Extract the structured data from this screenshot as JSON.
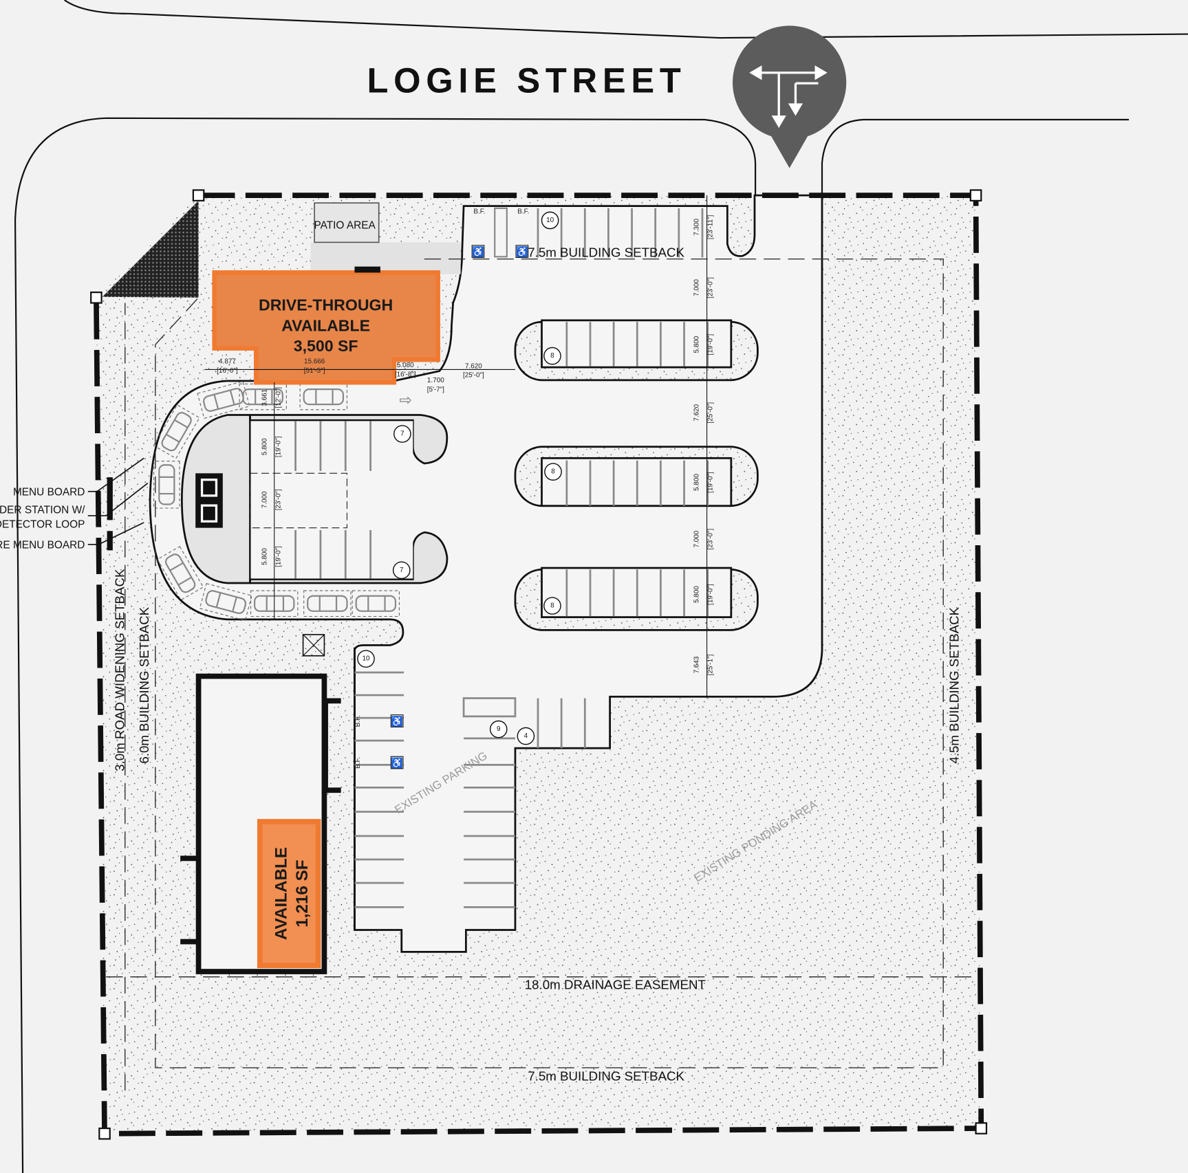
{
  "street": {
    "name": "LOGIE STREET"
  },
  "access_sign": {
    "icon": "t-intersection-full-access-icon",
    "color": "#5c5c5c"
  },
  "drive_through": {
    "line1": "DRIVE-THROUGH",
    "line2": "AVAILABLE",
    "line3": "3,500 SF",
    "color": "#ea8548"
  },
  "unit_available": {
    "line1": "AVAILABLE",
    "line2": "1,216 SF",
    "color": "#f28f52"
  },
  "patio": {
    "label": "PATIO AREA"
  },
  "callouts": {
    "menu_board": "MENU BOARD",
    "order_station_1": "ORDER STATION W/",
    "order_station_2": "DETECTOR LOOP",
    "pre_menu_board": "PRE MENU BOARD"
  },
  "setbacks": {
    "top": "7.5m BUILDING SETBACK",
    "bottom": "7.5m BUILDING SETBACK",
    "drainage": "18.0m DRAINAGE EASEMENT",
    "road_widening": "3.0m ROAD WIDENING SETBACK",
    "west": "6.0m BUILDING SETBACK",
    "east": "4.5m BUILDING SETBACK"
  },
  "areas": {
    "existing_parking": "EXISTING PARKING",
    "ponding": "EXISTING PONDING AREA"
  },
  "barrier_free": "B.F.",
  "stall_counts": [
    "10",
    "8",
    "8",
    "8",
    "7",
    "7",
    "10",
    "9",
    "4"
  ],
  "dimensions": [
    {
      "m": "7.300",
      "ft": "[23'-11\"]"
    },
    {
      "m": "7.000",
      "ft": "[23'-0\"]"
    },
    {
      "m": "5.800",
      "ft": "[19'-0\"]"
    },
    {
      "m": "7.620",
      "ft": "[25'-0\"]"
    },
    {
      "m": "5.800",
      "ft": "[19'-0\"]"
    },
    {
      "m": "7.000",
      "ft": "[23'-0\"]"
    },
    {
      "m": "5.800",
      "ft": "[19'-0\"]"
    },
    {
      "m": "7.643",
      "ft": "[25'-1\"]"
    },
    {
      "m": "4.877",
      "ft": "[16'-0\"]"
    },
    {
      "m": "15.666",
      "ft": "[51'-5\"]"
    },
    {
      "m": "5.080",
      "ft": "[16'-8\"]"
    },
    {
      "m": "1.700",
      "ft": "[5'-7\"]"
    },
    {
      "m": "7.620",
      "ft": "[25'-0\"]"
    },
    {
      "m": "3.661",
      "ft": "[12'-0\"]"
    },
    {
      "m": "5.800",
      "ft": "[19'-0\"]"
    },
    {
      "m": "7.000",
      "ft": "[23'-0\"]"
    },
    {
      "m": "5.800",
      "ft": "[19'-0\"]"
    }
  ]
}
